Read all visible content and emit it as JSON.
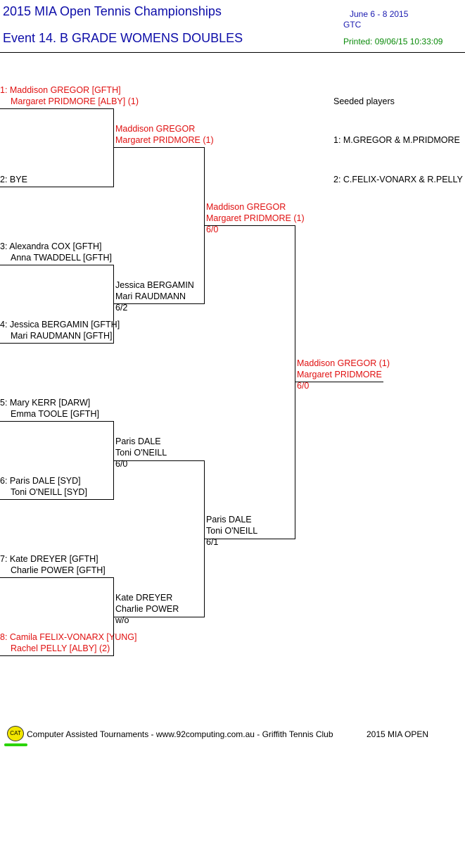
{
  "header": {
    "title": "2015 MIA Open Tennis Championships",
    "event": "Event 14. B GRADE WOMENS DOUBLES",
    "dates": "June 6 - 8  2015",
    "venue": "GTC",
    "printed": "Printed: 09/06/15 10:33:09"
  },
  "draw": {
    "round1": [
      {
        "seed_line": "1: Maddison GREGOR [GFTH]",
        "partner_line": "Margaret PRIDMORE [ALBY] (1)"
      },
      {
        "seed_line": "2: BYE",
        "partner_line": ""
      },
      {
        "seed_line": "3: Alexandra COX [GFTH]",
        "partner_line": "Anna TWADDELL [GFTH]"
      },
      {
        "seed_line": "4: Jessica BERGAMIN [GFTH]",
        "partner_line": "Mari RAUDMANN [GFTH]"
      },
      {
        "seed_line": "5: Mary KERR [DARW]",
        "partner_line": "Emma TOOLE [GFTH]"
      },
      {
        "seed_line": "6: Paris DALE [SYD]",
        "partner_line": "Toni O'NEILL [SYD]"
      },
      {
        "seed_line": "7: Kate DREYER [GFTH]",
        "partner_line": "Charlie POWER [GFTH]"
      },
      {
        "seed_line": "8: Camila FELIX-VONARX [YUNG]",
        "partner_line": "Rachel PELLY [ALBY] (2)"
      }
    ],
    "round2": [
      {
        "player1": "Maddison GREGOR",
        "player2": "Margaret PRIDMORE (1)",
        "score": ""
      },
      {
        "player1": "Jessica BERGAMIN",
        "player2": "Mari RAUDMANN",
        "score": "6/2"
      },
      {
        "player1": "Paris DALE",
        "player2": "Toni O'NEILL",
        "score": "6/0"
      },
      {
        "player1": "Kate DREYER",
        "player2": "Charlie POWER",
        "score": "w/o"
      }
    ],
    "semifinals": [
      {
        "player1": "Maddison GREGOR",
        "player2": "Margaret PRIDMORE (1)",
        "score": "6/0"
      },
      {
        "player1": "Paris DALE",
        "player2": "Toni O'NEILL",
        "score": "6/1"
      }
    ],
    "final": {
      "player1": "Maddison GREGOR (1)",
      "player2": "Margaret PRIDMORE",
      "score": "6/0"
    }
  },
  "seeds": {
    "heading": "Seeded players",
    "list": [
      "1: M.GREGOR & M.PRIDMORE",
      "2: C.FELIX-VONARX & R.PELLY"
    ]
  },
  "footer": {
    "logo_text": "CAT",
    "credit": "Computer Assisted Tournaments - www.92computing.com.au -  Griffith Tennis Club",
    "event_name": "2015 MIA OPEN"
  },
  "colors": {
    "title": "#0d0da8",
    "seeded_red": "#e01010",
    "printed_green": "#0a8a0a"
  }
}
